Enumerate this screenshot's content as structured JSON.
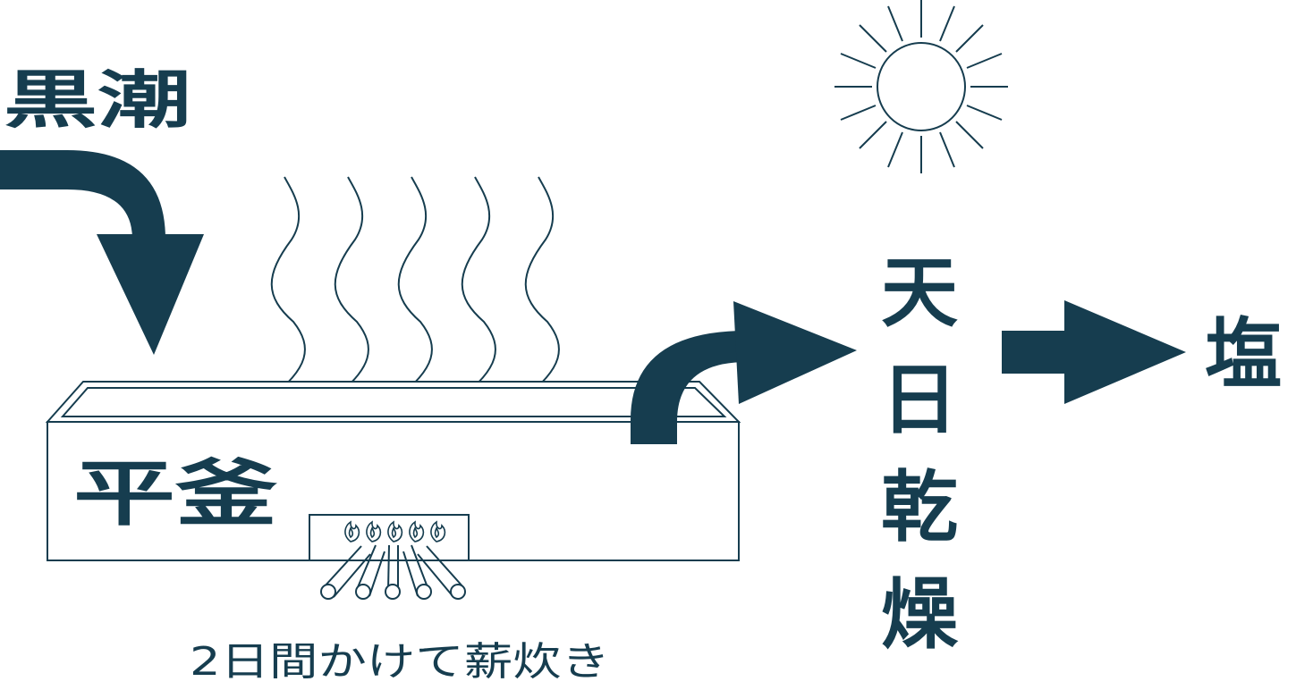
{
  "labels": {
    "source": "黒潮",
    "kettle": "平釜",
    "dry_1": "天",
    "dry_2": "日",
    "dry_3": "乾",
    "dry_4": "燥",
    "product": "塩",
    "caption": "2日間かけて薪炊き"
  },
  "icons": {
    "sun": "sun-icon",
    "steam": "steam-icon",
    "fire": "fire-icon",
    "firewood": "firewood-icon",
    "kettle": "kettle-icon"
  },
  "colors": {
    "ink": "#163d4f"
  }
}
